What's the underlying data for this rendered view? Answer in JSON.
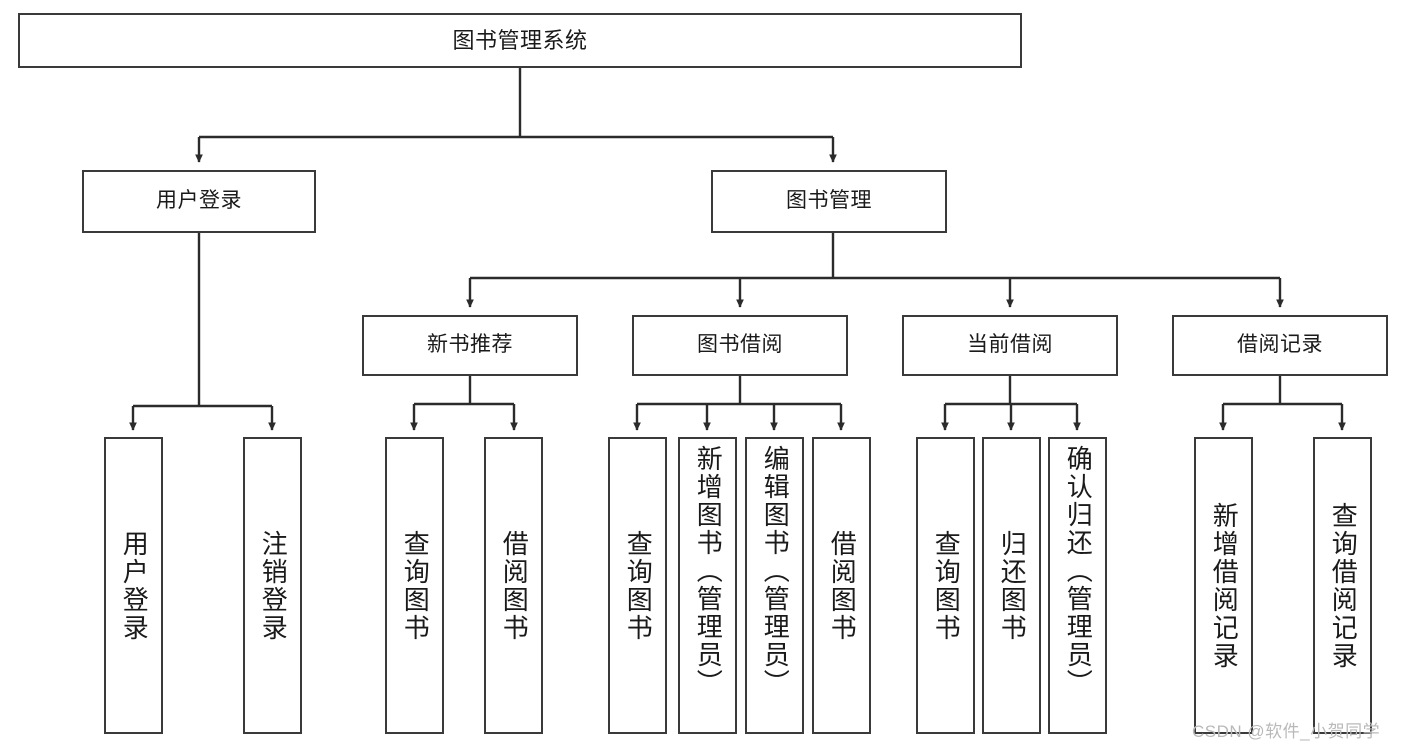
{
  "diagram": {
    "type": "tree",
    "title": "图书管理系统",
    "watermark": "CSDN @软件_小贺同学",
    "colors": {
      "box_border": "#3a3a3a",
      "box_fill": "#ffffff",
      "edge": "#2b2b2b",
      "text": "#1a1a1a",
      "watermark": "#b9b9b9"
    },
    "levels": {
      "root": "图书管理系统",
      "level2": [
        "用户登录",
        "图书管理"
      ],
      "level3": [
        "新书推荐",
        "图书借阅",
        "当前借阅",
        "借阅记录"
      ],
      "level4": [
        "用户登录",
        "注销登录",
        "查询图书",
        "借阅图书",
        "查询图书",
        "新增图书（管理员）",
        "编辑图书（管理员）",
        "借阅图书",
        "查询图书",
        "归还图书",
        "确认归还（管理员）",
        "新增借阅记录",
        "查询借阅记录"
      ]
    },
    "nodes": {
      "root": {
        "label": "图书管理系统"
      },
      "user_login": {
        "label": "用户登录"
      },
      "book_manage": {
        "label": "图书管理"
      },
      "new_book_rec": {
        "label": "新书推荐"
      },
      "book_borrow": {
        "label": "图书借阅"
      },
      "current_borrow": {
        "label": "当前借阅"
      },
      "borrow_record": {
        "label": "借阅记录"
      },
      "leaf_user_login": {
        "label": "用户登录"
      },
      "leaf_logout": {
        "label": "注销登录"
      },
      "leaf_query_book_1": {
        "label": "查询图书"
      },
      "leaf_borrow_book_1": {
        "label": "借阅图书"
      },
      "leaf_query_book_2": {
        "label": "查询图书"
      },
      "leaf_add_book": {
        "label": "新增图书（管理员）"
      },
      "leaf_edit_book": {
        "label": "编辑图书（管理员）"
      },
      "leaf_borrow_book_2": {
        "label": "借阅图书"
      },
      "leaf_query_book_3": {
        "label": "查询图书"
      },
      "leaf_return_book": {
        "label": "归还图书"
      },
      "leaf_confirm_return": {
        "label": "确认归还（管理员）"
      },
      "leaf_add_record": {
        "label": "新增借阅记录"
      },
      "leaf_query_record": {
        "label": "查询借阅记录"
      }
    },
    "edges": [
      {
        "from": "root",
        "to": "user_login"
      },
      {
        "from": "root",
        "to": "book_manage"
      },
      {
        "from": "user_login",
        "to": "leaf_user_login"
      },
      {
        "from": "user_login",
        "to": "leaf_logout"
      },
      {
        "from": "book_manage",
        "to": "new_book_rec"
      },
      {
        "from": "book_manage",
        "to": "book_borrow"
      },
      {
        "from": "book_manage",
        "to": "current_borrow"
      },
      {
        "from": "book_manage",
        "to": "borrow_record"
      },
      {
        "from": "new_book_rec",
        "to": "leaf_query_book_1"
      },
      {
        "from": "new_book_rec",
        "to": "leaf_borrow_book_1"
      },
      {
        "from": "book_borrow",
        "to": "leaf_query_book_2"
      },
      {
        "from": "book_borrow",
        "to": "leaf_add_book"
      },
      {
        "from": "book_borrow",
        "to": "leaf_edit_book"
      },
      {
        "from": "book_borrow",
        "to": "leaf_borrow_book_2"
      },
      {
        "from": "current_borrow",
        "to": "leaf_query_book_3"
      },
      {
        "from": "current_borrow",
        "to": "leaf_return_book"
      },
      {
        "from": "current_borrow",
        "to": "leaf_confirm_return"
      },
      {
        "from": "borrow_record",
        "to": "leaf_add_record"
      },
      {
        "from": "borrow_record",
        "to": "leaf_query_record"
      }
    ]
  }
}
